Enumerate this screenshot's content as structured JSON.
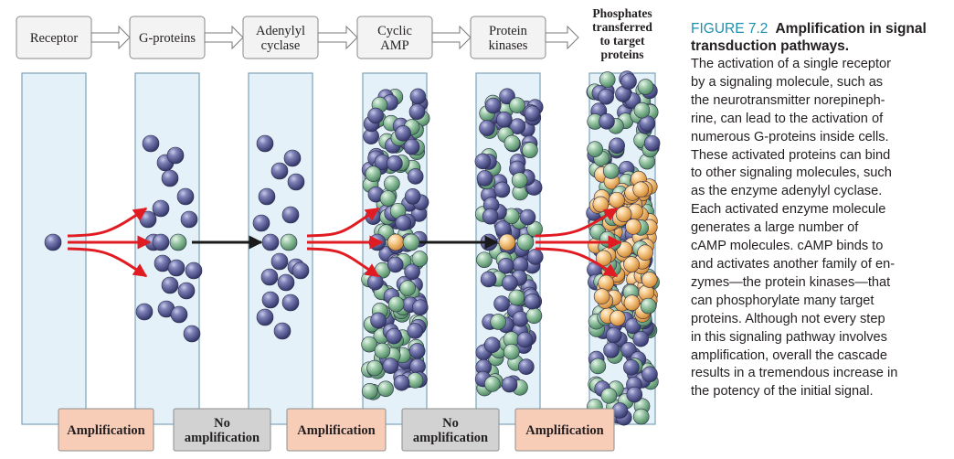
{
  "diagram": {
    "steps": [
      {
        "label": "Receptor"
      },
      {
        "label": "G-proteins"
      },
      {
        "label": "Adenylyl\ncyclase"
      },
      {
        "label": "Cyclic\nAMP"
      },
      {
        "label": "Protein\nkinases"
      },
      {
        "label": "Phosphates\ntransferred\nto target\nproteins"
      }
    ],
    "bottom_labels": [
      {
        "text": "Amplification",
        "kind": "amplification"
      },
      {
        "text": "No\namplification",
        "kind": "none"
      },
      {
        "text": "Amplification",
        "kind": "amplification"
      },
      {
        "text": "No\namplification",
        "kind": "none"
      },
      {
        "text": "Amplification",
        "kind": "amplification"
      }
    ],
    "colors": {
      "column_fill": "#e4f1f8",
      "column_border": "#7fa4b8",
      "step_box_fill": "#f3f3f3",
      "amplification_fill": "#f8cdb8",
      "no_amplification_fill": "#d2d2d2",
      "arrow_red": "#e11b22",
      "arrow_black": "#1a1a1a",
      "purple_molecule": "#5a5e95",
      "green_molecule": "#8fbf9c",
      "orange_molecule": "#f4c27f"
    }
  },
  "caption": {
    "figure_number": "FIGURE 7.2",
    "title": "Amplification in signal transduction pathways.",
    "body_lines": [
      "The activation of a single receptor",
      "by a signaling molecule, such as",
      "the neurotransmitter norepineph-",
      "rine, can lead to the activation of",
      "numerous G-proteins inside cells.",
      "These activated proteins can bind",
      "to other signaling molecules, such",
      "as the enzyme adenylyl cyclase.",
      "Each activated enzyme molecule",
      "generates a large number of",
      "cAMP molecules. cAMP binds to",
      "and activates another family of en-",
      "zymes—the protein kinases—that",
      "can phosphorylate many target",
      "proteins. Although not every step",
      "in this signaling pathway involves",
      "amplification, overall the cascade",
      "results in a tremendous increase in",
      "the potency of the initial signal."
    ]
  }
}
